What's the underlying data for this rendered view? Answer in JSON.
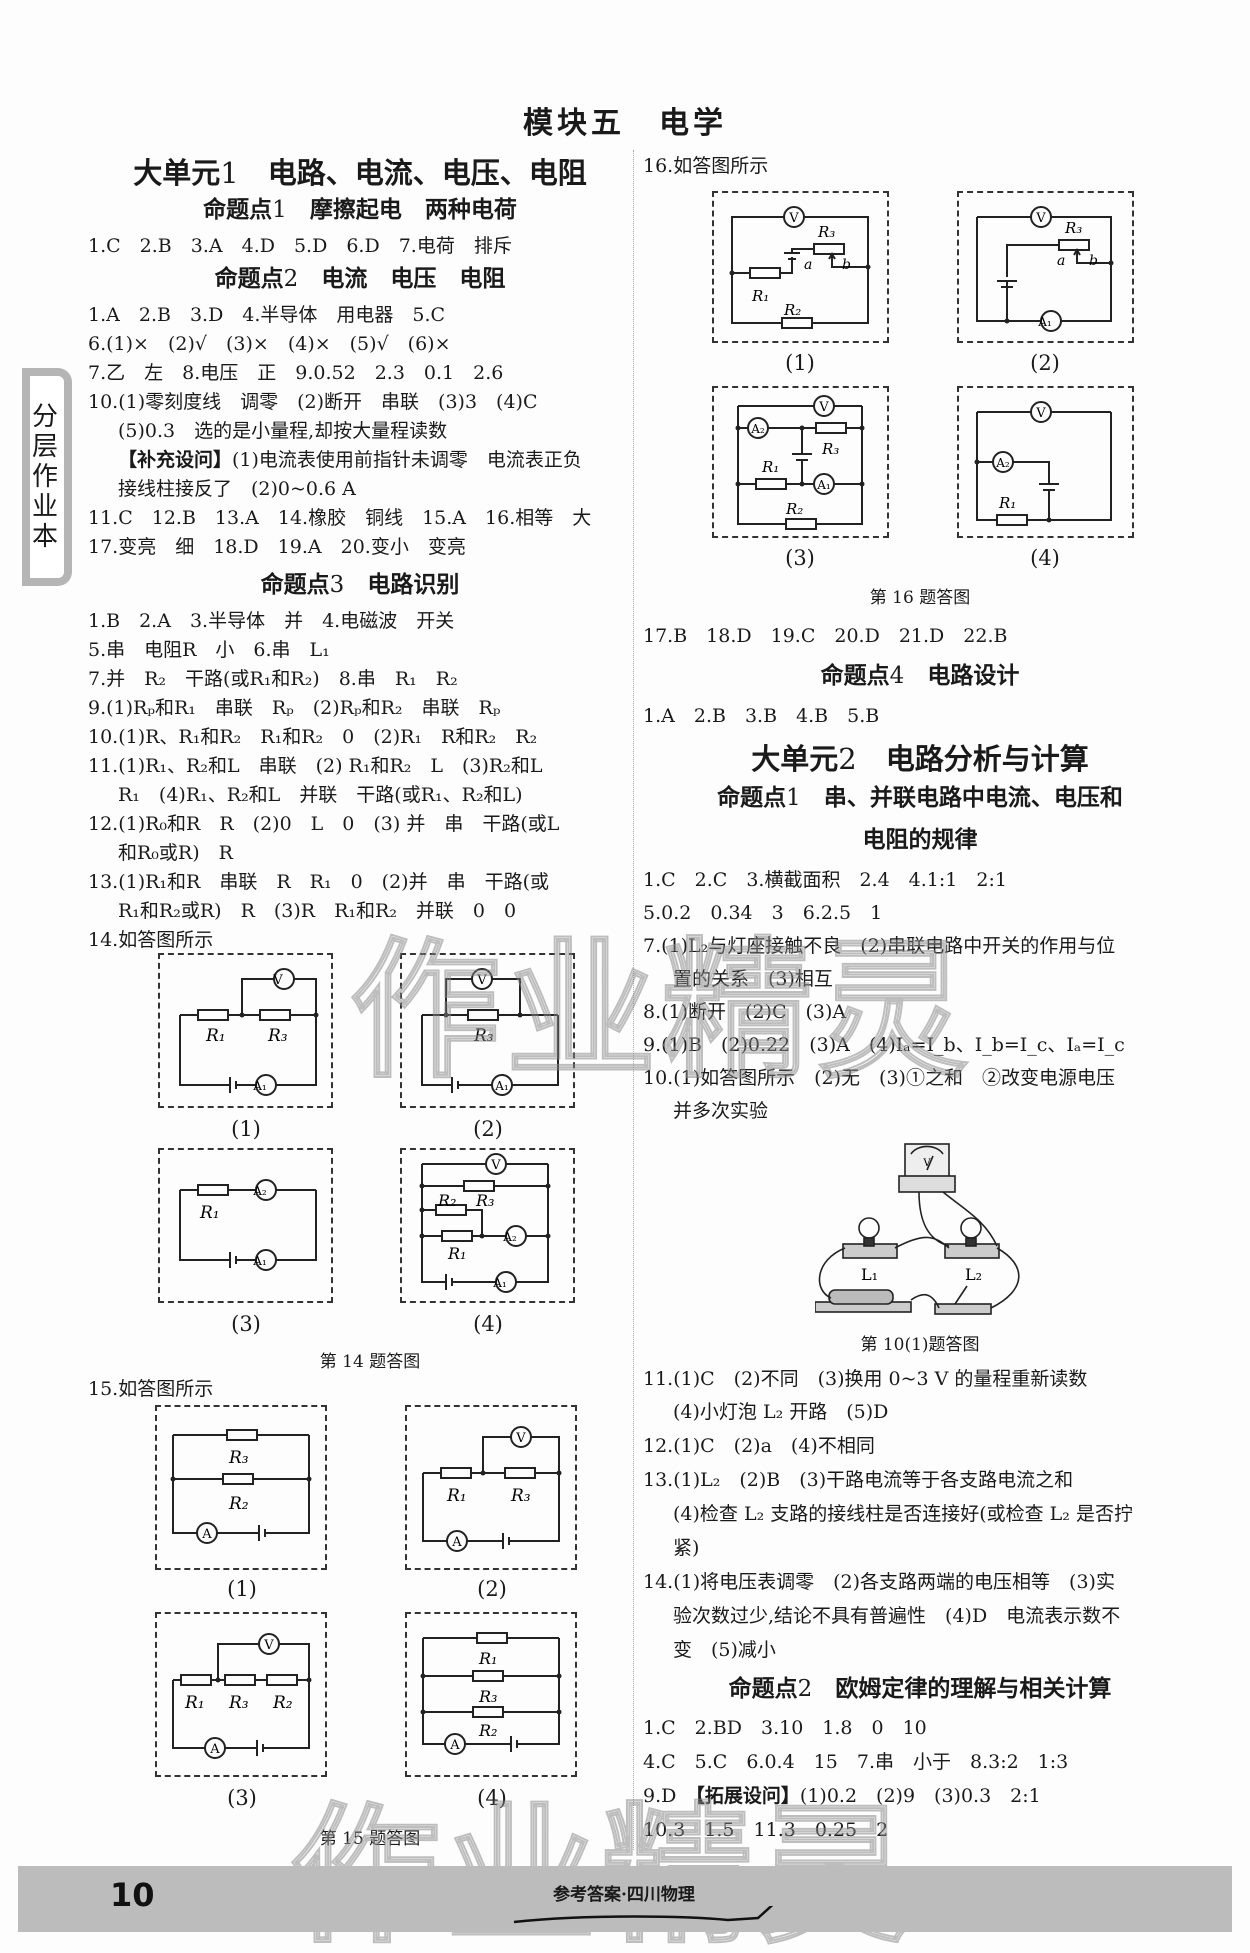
{
  "module_title": "模块五　电学",
  "side_tab": "分层作业本",
  "left": {
    "unit1": {
      "prefix": "大单元",
      "num": "1",
      "title": "电路、电流、电压、电阻"
    },
    "topic1": {
      "prefix": "命题点",
      "num": "1",
      "title": "摩擦起电　两种电荷"
    },
    "topic1_lines": [
      "1.C　2.B　3.A　4.D　5.D　6.D　7.电荷　排斥"
    ],
    "topic2": {
      "prefix": "命题点",
      "num": "2",
      "title": "电流　电压　电阻"
    },
    "topic2_lines": [
      "1.A　2.B　3.D　4.半导体　用电器　5.C",
      "6.(1)×　(2)√　(3)×　(4)×　(5)√　(6)×",
      "7.乙　左　8.电压　正　9.0.52　2.3　0.1　2.6",
      "10.(1)零刻度线　调零　(2)断开　串联　(3)3　(4)C",
      "(5)0.3　选的是小量程,却按大量程读数",
      "(1)电流表使用前指针未调零　电流表正负",
      "接线柱接反了　(2)0~0.6 A",
      "11.C　12.B　13.A　14.橡胶　铜线　15.A　16.相等　大",
      "17.变亮　细　18.D　19.A　20.变小　变亮"
    ],
    "supplement_tag": "【补充设问】",
    "topic3": {
      "prefix": "命题点",
      "num": "3",
      "title": "电路识别"
    },
    "topic3_lines": [
      "1.B　2.A　3.半导体　并　4.电磁波　开关",
      "5.串　电阻R　小　6.串　L₁",
      "7.并　R₂　干路(或R₁和R₂)　8.串　R₁　R₂",
      "9.(1)Rₚ和R₁　串联　Rₚ　(2)Rₚ和R₂　串联　Rₚ",
      "10.(1)R、R₁和R₂　R₁和R₂　0　(2)R₁　R和R₂　R₂",
      "11.(1)R₁、R₂和L　串联　(2) R₁和R₂　L　(3)R₂和L",
      "R₁　(4)R₁、R₂和L　并联　干路(或R₁、R₂和L)",
      "12.(1)R₀和R　R　(2)0　L　0　(3) 并　串　干路(或L",
      "和R₀或R)　R",
      "13.(1)R₁和R　串联　R　R₁　0　(2)并　串　干路(或",
      "R₁和R₂或R)　R　(3)R　R₁和R₂　并联　0　0",
      "14.如答图所示"
    ],
    "fig14": {
      "labels": [
        "(1)",
        "(2)",
        "(3)",
        "(4)"
      ],
      "caption": "第 14 题答图"
    },
    "q15": "15.如答图所示",
    "fig15": {
      "labels": [
        "(1)",
        "(2)",
        "(3)",
        "(4)"
      ],
      "caption": "第 15 题答图"
    }
  },
  "right": {
    "q16": "16.如答图所示",
    "fig16": {
      "labels": [
        "(1)",
        "(2)",
        "(3)",
        "(4)"
      ],
      "caption": "第 16 题答图"
    },
    "topic3_tail": "17.B　18.D　19.C　20.D　21.D　22.B",
    "topic4": {
      "prefix": "命题点",
      "num": "4",
      "title": "电路设计"
    },
    "topic4_lines": [
      "1.A　2.B　3.B　4.B　5.B"
    ],
    "unit2": {
      "prefix": "大单元",
      "num": "2",
      "title": "电路分析与计算"
    },
    "u2topic1": {
      "prefix": "命题点",
      "num": "1",
      "title": "串、并联电路中电流、电压和",
      "title2": "电阻的规律"
    },
    "u2topic1_lines": [
      "1.C　2.C　3.横截面积　2.4　4.1:1　2:1",
      "5.0.2　0.34　3　6.2.5　1",
      "7.(1)L₂与灯座接触不良　(2)串联电路中开关的作用与位",
      "置的关系　(3)相互",
      "8.(1)断开　(2)C　(3)A",
      "9.(1)B　(2)0.22　(3)A　(4)Iₐ=I_b、I_b=I_c、Iₐ=I_c",
      "10.(1)如答图所示　(2)无　(3)①之和　②改变电源电压",
      "并多次实验"
    ],
    "fig10": {
      "caption": "第 10(1)题答图",
      "L1": "L₁",
      "L2": "L₂",
      "meter": "V"
    },
    "u2topic1_lines_b": [
      "11.(1)C　(2)不同　(3)换用 0~3 V 的量程重新读数",
      "(4)小灯泡 L₂ 开路　(5)D",
      "12.(1)C　(2)a　(4)不相同",
      "13.(1)L₂　(2)B　(3)干路电流等于各支路电流之和",
      "(4)检查 L₂ 支路的接线柱是否连接好(或检查 L₂ 是否拧",
      "紧)",
      "14.(1)将电压表调零　(2)各支路两端的电压相等　(3)实",
      "验次数过少,结论不具有普遍性　(4)D　电流表示数不",
      "变　(5)减小"
    ],
    "u2topic2": {
      "prefix": "命题点",
      "num": "2",
      "title": "欧姆定律的理解与相关计算"
    },
    "u2topic2_lines": [
      "1.C　2.BD　3.10　1.8　0　10",
      "4.C　5.C　6.0.4　15　7.串　小于　8.3:2　1:3",
      "(1)0.2　(2)9　(3)0.3　2:1",
      "10.3　1.5　11.3　0.25　2"
    ],
    "q9_prefix": "9.D",
    "extend_tag": "【拓展设问】"
  },
  "watermark": "作业精灵",
  "footer": {
    "page_number": "10",
    "text": "参考答案·四川物理"
  }
}
